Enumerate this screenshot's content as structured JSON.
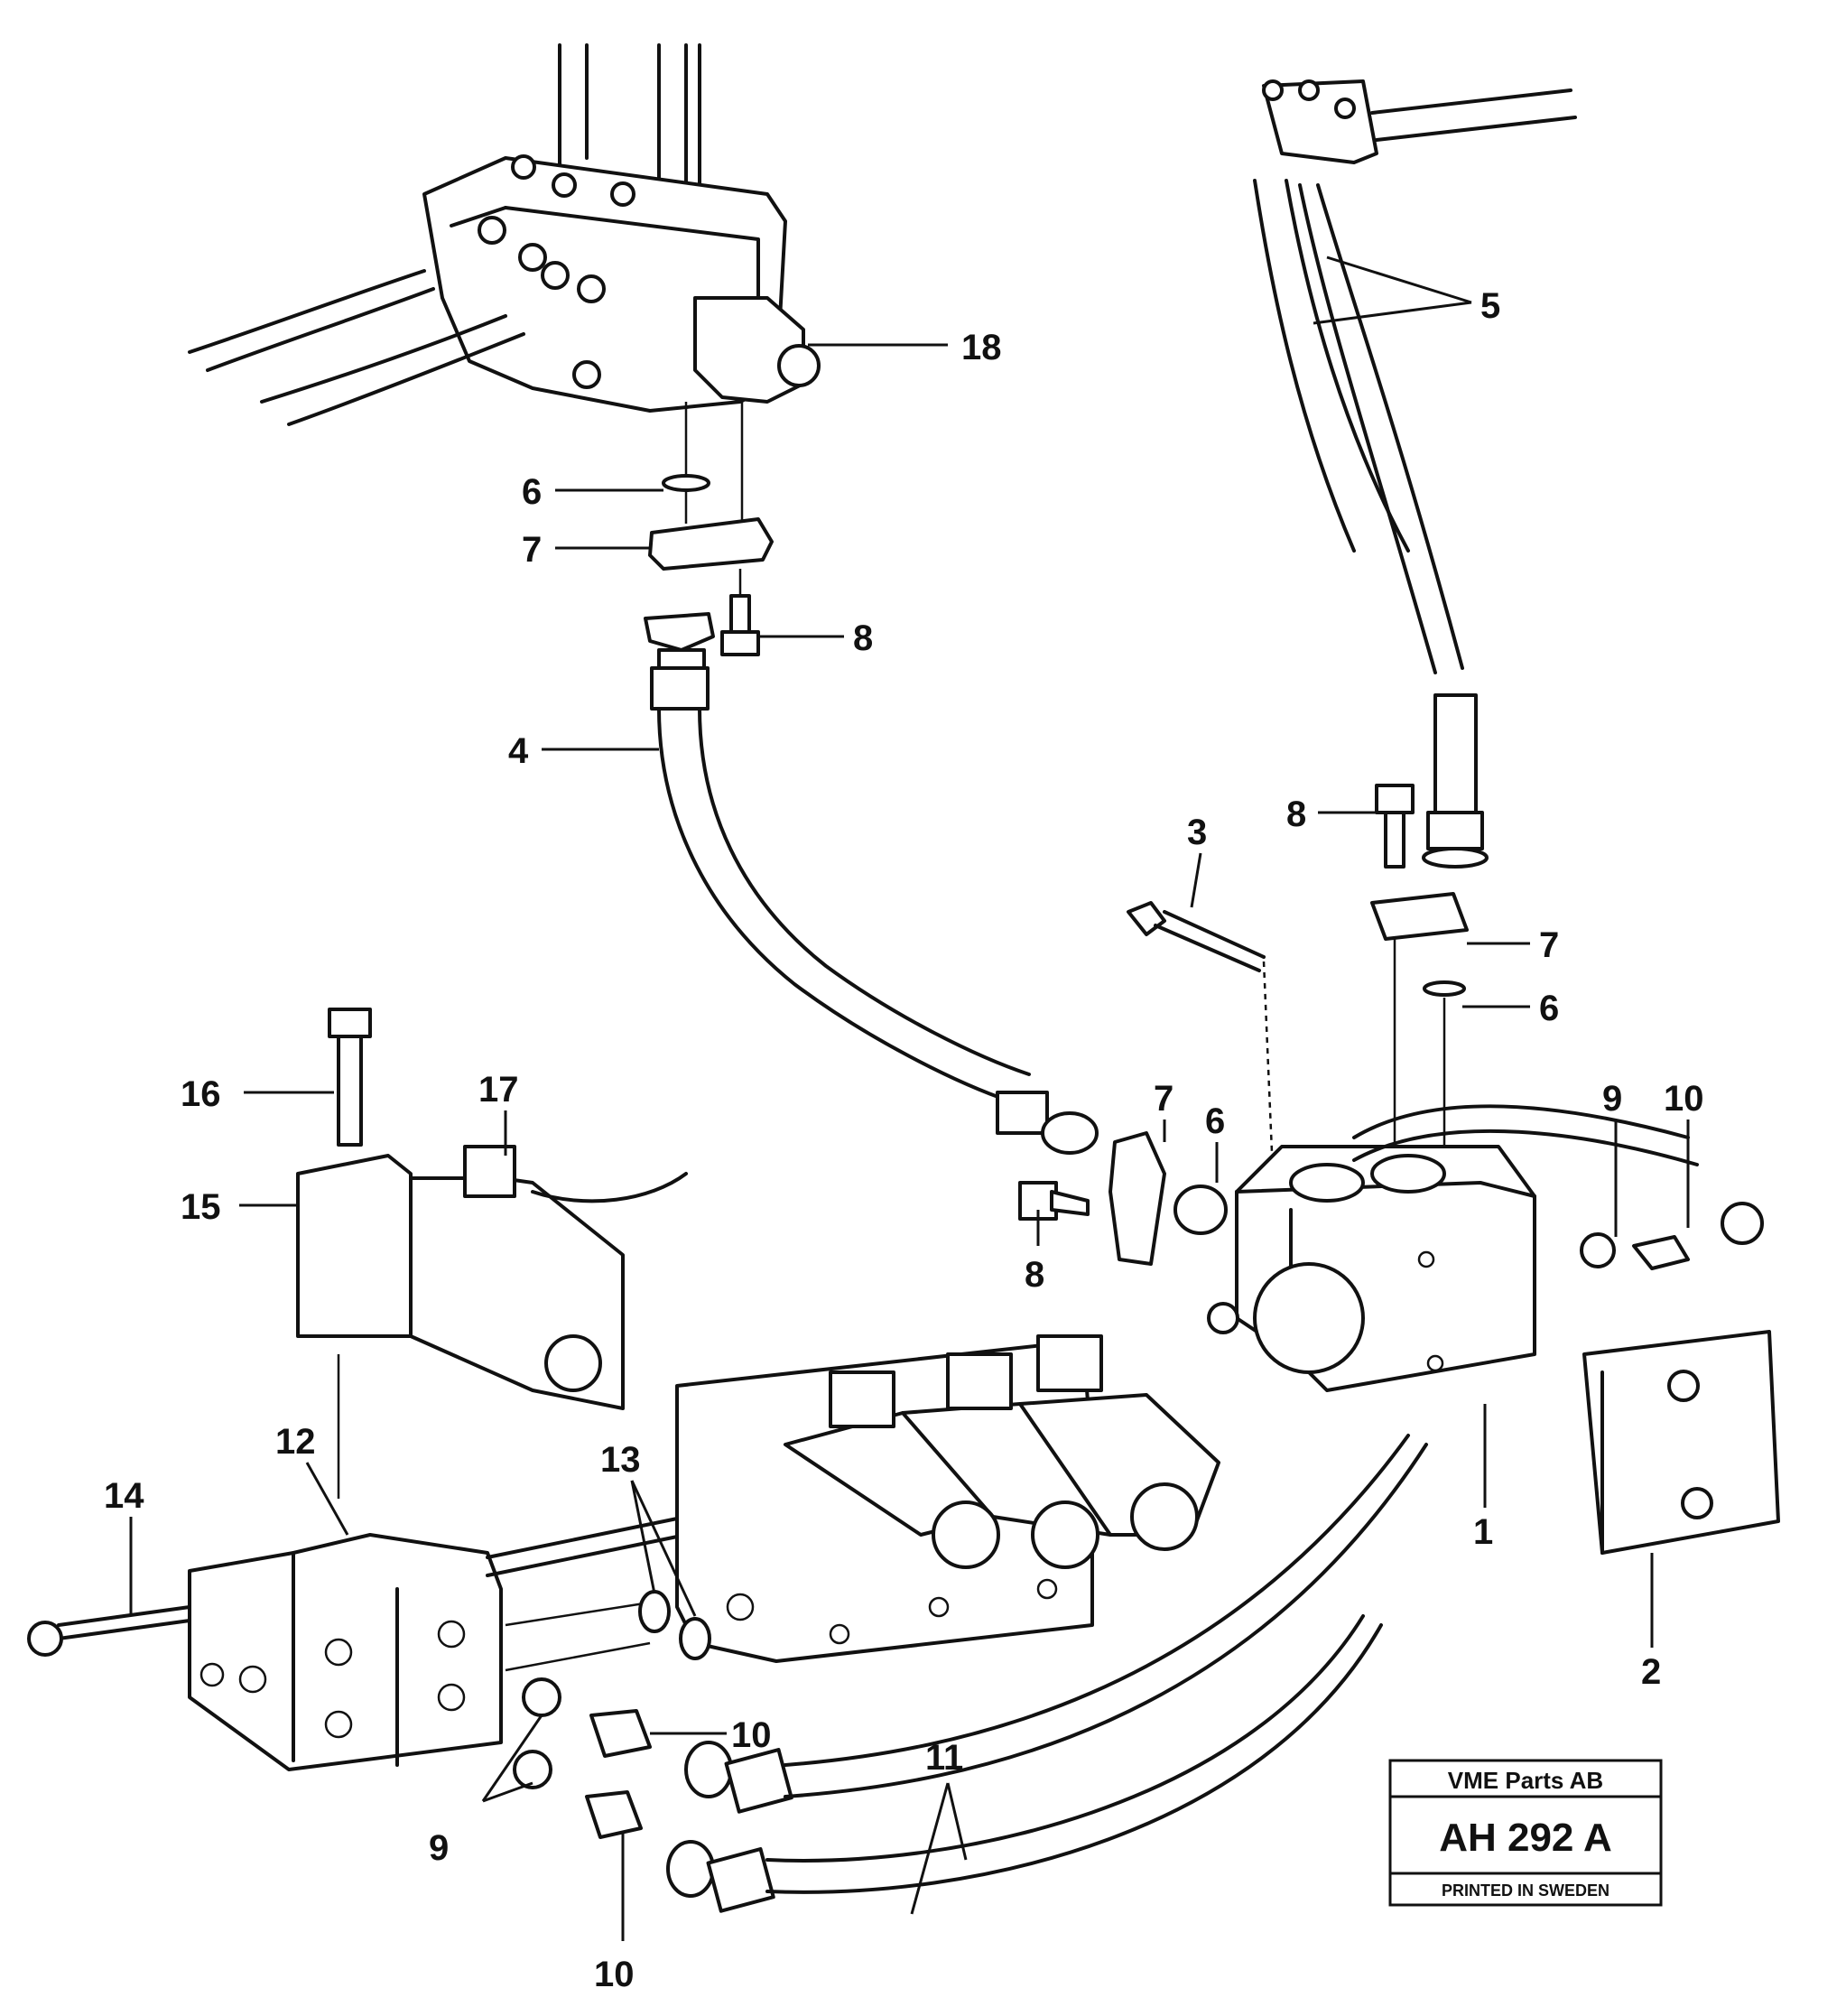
{
  "callouts": {
    "c1": "1",
    "c2": "2",
    "c3": "3",
    "c4": "4",
    "c5": "5",
    "c6a": "6",
    "c6b": "6",
    "c6c": "6",
    "c7a": "7",
    "c7b": "7",
    "c7c": "7",
    "c8a": "8",
    "c8b": "8",
    "c8c": "8",
    "c9a": "9",
    "c9b": "9",
    "c10a": "10",
    "c10b": "10",
    "c10c": "10",
    "c11": "11",
    "c12": "12",
    "c13": "13",
    "c14": "14",
    "c15": "15",
    "c16": "16",
    "c17": "17",
    "c18": "18"
  },
  "title_block": {
    "company": "VME Parts AB",
    "code": "AH 292 A",
    "note": "PRINTED IN SWEDEN"
  }
}
